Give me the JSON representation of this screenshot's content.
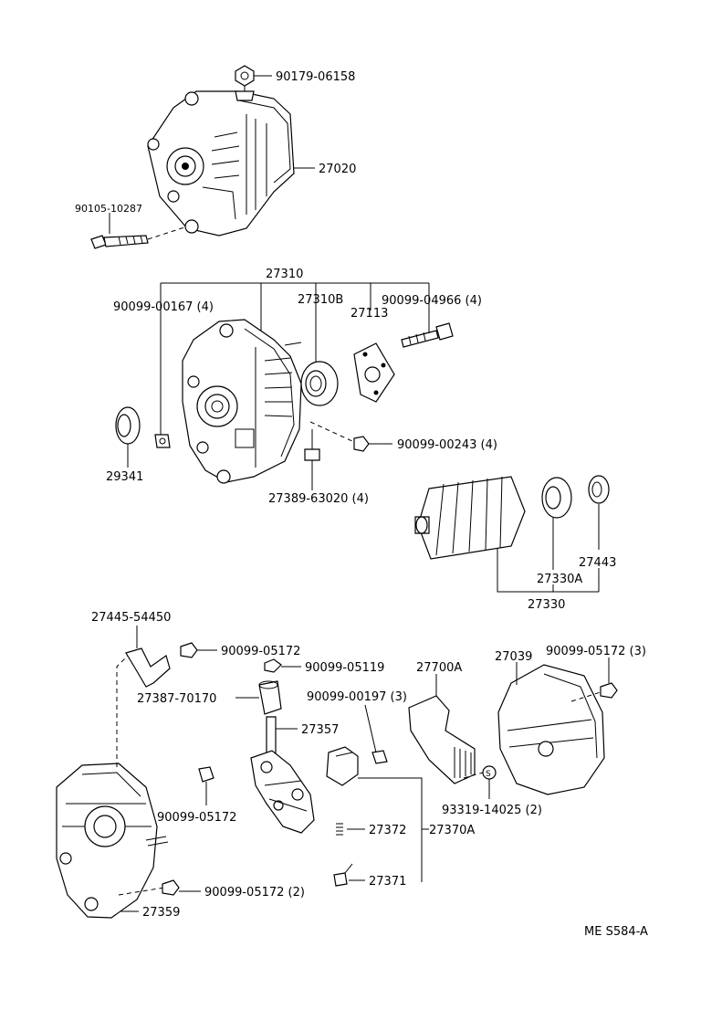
{
  "labels": {
    "nut_top": "90179-06158",
    "alternator_assy": "27020",
    "bolt_mount": "90105-10287",
    "frame_drive_end": "27310",
    "screw_de": "90099-00167 (4)",
    "bearing_de": "27310B",
    "retainer": "27113",
    "bolt_through": "90099-04966 (4)",
    "bearing_27113": "27113",
    "spacer_29341": "29341",
    "nut_00243": "90099-00243 (4)",
    "insulator_63020": "27389-63020 (4)",
    "rotor": "27330",
    "bearing_rear": "27330A",
    "cover_27443": "27443",
    "plate_54450": "27445-54450",
    "nut_05172_a": "90099-05172",
    "nut_05119": "90099-05119",
    "insulator_70170": "27387-70170",
    "rectifier": "27357",
    "screw_00197": "90099-00197 (3)",
    "regulator": "27700A",
    "rear_cover": "27039",
    "nut_05172_3": "90099-05172 (3)",
    "nut_05172_b": "90099-05172",
    "screw_14025": "93319-14025 (2)",
    "brush_spring": "27372",
    "brush_holder": "27370A",
    "brush": "27371",
    "nut_05172_2": "90099-05172 (2)",
    "frame_rear": "27359",
    "diagram_code": "ME S584-A"
  }
}
